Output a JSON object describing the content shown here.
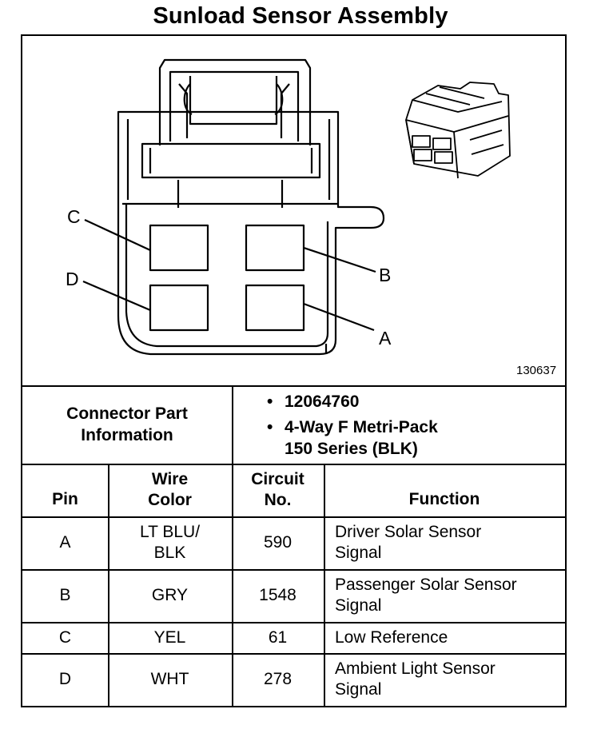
{
  "title": "Sunload Sensor Assembly",
  "diagram": {
    "figure_number": "130637",
    "pin_labels": [
      "C",
      "D",
      "B",
      "A"
    ]
  },
  "connector": {
    "label_line1": "Connector Part",
    "label_line2": "Information",
    "part_number": "12064760",
    "description_line1": "4-Way F Metri-Pack",
    "description_line2": "150 Series (BLK)"
  },
  "table": {
    "headers": {
      "pin": "Pin",
      "wire_line1": "Wire",
      "wire_line2": "Color",
      "circuit_line1": "Circuit",
      "circuit_line2": "No.",
      "function": "Function"
    },
    "rows": [
      {
        "pin": "A",
        "wire_line1": "LT BLU/",
        "wire_line2": "BLK",
        "circuit": "590",
        "function_line1": "Driver Solar Sensor",
        "function_line2": "Signal"
      },
      {
        "pin": "B",
        "wire_line1": "GRY",
        "wire_line2": "",
        "circuit": "1548",
        "function_line1": "Passenger Solar Sensor",
        "function_line2": "Signal"
      },
      {
        "pin": "C",
        "wire_line1": "YEL",
        "wire_line2": "",
        "circuit": "61",
        "function_line1": "Low Reference",
        "function_line2": ""
      },
      {
        "pin": "D",
        "wire_line1": "WHT",
        "wire_line2": "",
        "circuit": "278",
        "function_line1": "Ambient Light Sensor",
        "function_line2": "Signal"
      }
    ]
  }
}
